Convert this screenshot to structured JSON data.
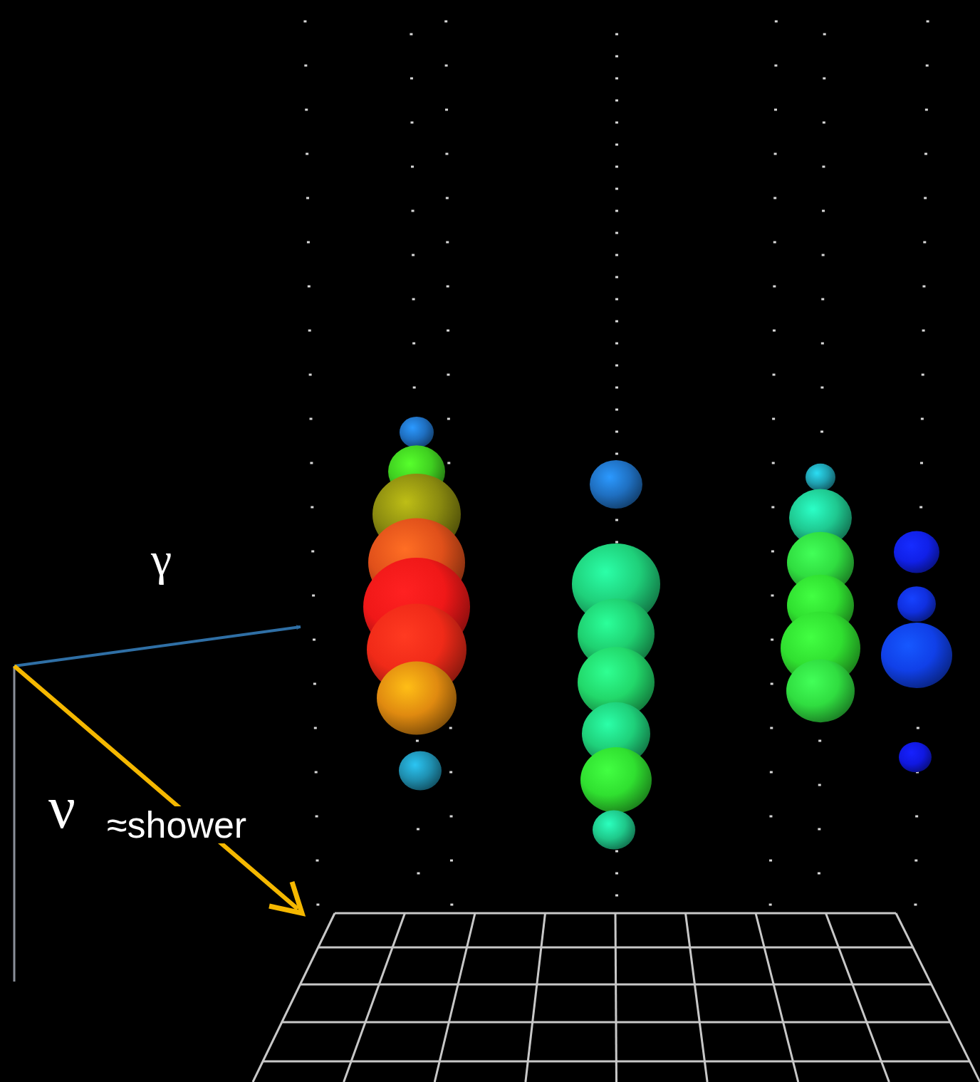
{
  "diagram": {
    "labels": [
      "γ",
      "ν",
      "≈shower"
    ]
  }
}
